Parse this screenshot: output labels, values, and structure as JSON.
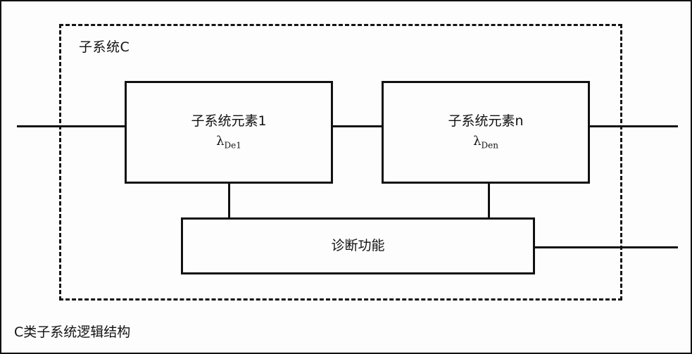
{
  "diagram": {
    "caption": "C类子系统逻辑结构",
    "boundary": {
      "label": "子系统C",
      "style": "dashed"
    },
    "nodes": [
      {
        "id": "element-1",
        "title": "子系统元素1",
        "rate_symbol": "λ",
        "rate_subscript": "De1"
      },
      {
        "id": "element-n",
        "title": "子系统元素n",
        "rate_symbol": "λ",
        "rate_subscript": "Den"
      },
      {
        "id": "diagnostic",
        "title": "诊断功能"
      }
    ],
    "colors": {
      "line": "#111111",
      "background": "#fdfdfd",
      "text": "#111111"
    }
  }
}
